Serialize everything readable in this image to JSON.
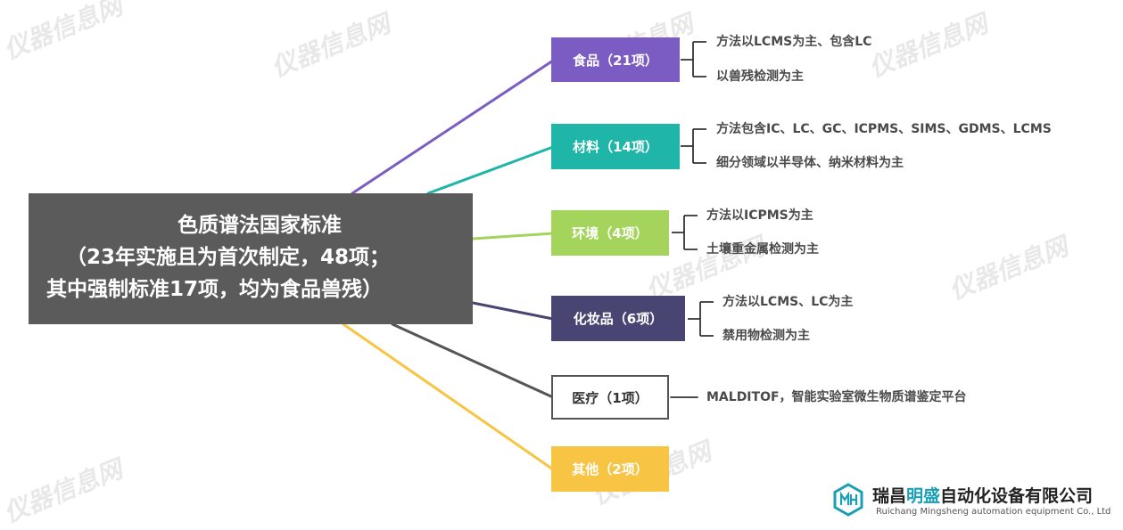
{
  "root": {
    "lines": [
      "色质谱法国家标准",
      "（23年实施且为首次制定，48项；",
      "其中强制标准17项，均为食品兽残）"
    ]
  },
  "categories": [
    {
      "label": "食品（21项）",
      "color": "#7b5cc2",
      "details": [
        "方法以LCMS为主、包含LC",
        "以兽残检测为主"
      ]
    },
    {
      "label": "材料（14项）",
      "color": "#1fb5a8",
      "details": [
        "方法包含IC、LC、GC、ICPMS、SIMS、GDMS、LCMS",
        "细分领域以半导体、纳米材料为主"
      ]
    },
    {
      "label": "环境（4项）",
      "color": "#a4d45c",
      "details": [
        "方法以ICPMS为主",
        "土壤重金属检测为主"
      ]
    },
    {
      "label": "化妆品（6项）",
      "color": "#494573",
      "details": [
        "方法以LCMS、LC为主",
        "禁用物检测为主"
      ]
    },
    {
      "label": "医疗（1项）",
      "color": "#555555",
      "details": [
        "MALDITOF，智能实验室微生物质谱鉴定平台"
      ]
    },
    {
      "label": "其他（2项）",
      "color": "#f7c443",
      "details": []
    }
  ],
  "watermark": {
    "text": "仪器信息网"
  },
  "logo": {
    "name_part1": "瑞昌",
    "name_accent": "明盛",
    "name_part2": "自动化设备有限公司",
    "subtitle": "Ruichang Mingsheng automation equipment Co., Ltd",
    "accent_color": "#1a9fb5",
    "icon": "hexagon-mh-logo-icon"
  }
}
